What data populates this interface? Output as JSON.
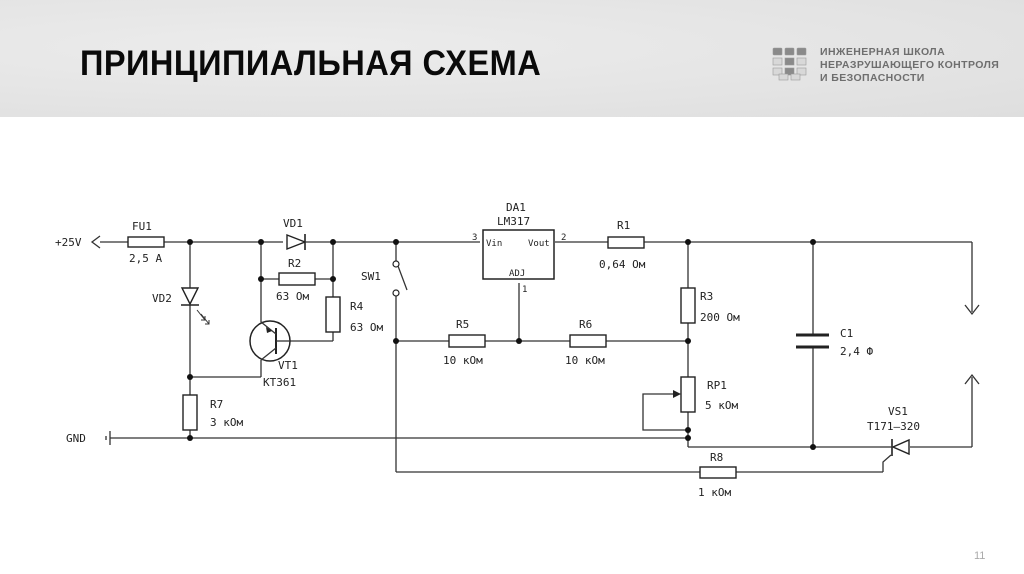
{
  "slide": {
    "title": "ПРИНЦИПИАЛЬНАЯ СХЕМА",
    "page_number": "11"
  },
  "logo": {
    "icon": "cube-grid-logo-icon",
    "lines": [
      "ИНЖЕНЕРНАЯ ШКОЛА",
      "НЕРАЗРУШАЮЩЕГО КОНТРОЛЯ",
      "И БЕЗОПАСНОСТИ"
    ]
  },
  "schematic": {
    "power": {
      "label": "+25V"
    },
    "ground": {
      "label": "GND"
    },
    "components": {
      "FU1": {
        "ref": "FU1",
        "value": "2,5 А"
      },
      "VD1": {
        "ref": "VD1"
      },
      "VD2": {
        "ref": "VD2"
      },
      "R2": {
        "ref": "R2",
        "value": "63 Ом"
      },
      "R4": {
        "ref": "R4",
        "value": "63 Ом"
      },
      "VT1": {
        "ref": "VT1",
        "value": "КТ361"
      },
      "R7": {
        "ref": "R7",
        "value": "3 кОм"
      },
      "SW1": {
        "ref": "SW1"
      },
      "DA1": {
        "ref": "DA1",
        "value": "LM317",
        "pin_vin": "Vin",
        "pin_vout": "Vout",
        "pin_adj": "ADJ",
        "pin3": "3",
        "pin2": "2",
        "pin1": "1"
      },
      "R1": {
        "ref": "R1",
        "value": "0,64 Ом"
      },
      "R5": {
        "ref": "R5",
        "value": "10 кОм"
      },
      "R6": {
        "ref": "R6",
        "value": "10 кОм"
      },
      "R3": {
        "ref": "R3",
        "value": "200 Ом"
      },
      "RP1": {
        "ref": "RP1",
        "value": "5 кОм"
      },
      "C1": {
        "ref": "C1",
        "value": "2,4 Ф"
      },
      "VS1": {
        "ref": "VS1",
        "value": "Т171–320"
      },
      "R8": {
        "ref": "R8",
        "value": "1 кОм"
      }
    }
  }
}
